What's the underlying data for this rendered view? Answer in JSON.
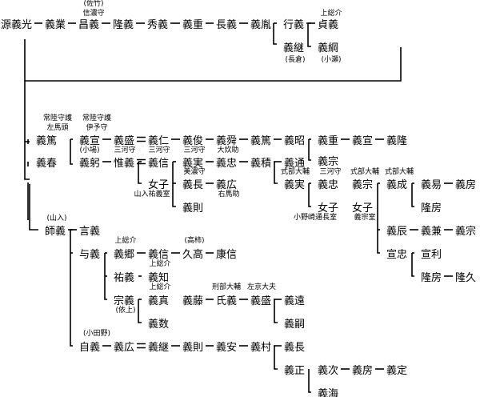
{
  "nodes": [
    {
      "id": "minamoto-yoshimitsu",
      "label": "源義光"
    },
    {
      "id": "yoshinari",
      "label": "義業"
    },
    {
      "id": "masayoshi",
      "label": "昌義"
    },
    {
      "id": "takayoshi",
      "label": "隆義"
    },
    {
      "id": "hideyoshi",
      "label": "秀義"
    },
    {
      "id": "yoshishige-1",
      "label": "義重"
    },
    {
      "id": "nagayoshi",
      "label": "長義"
    },
    {
      "id": "yoshitane-top",
      "label": "義胤"
    },
    {
      "id": "yukiyoshi",
      "label": "行義"
    },
    {
      "id": "sadayoshi",
      "label": "貞義"
    },
    {
      "id": "yoshitsugu-top",
      "label": "義継"
    },
    {
      "id": "yoshitsuna",
      "label": "義綱"
    },
    {
      "id": "yoshiatsu",
      "label": "義篤"
    },
    {
      "id": "yoshinobu-1",
      "label": "義宣"
    },
    {
      "id": "yoshimori",
      "label": "義盛"
    },
    {
      "id": "yoshihito",
      "label": "義仁"
    },
    {
      "id": "yoshitoshi",
      "label": "義俊"
    },
    {
      "id": "yoshikiyo",
      "label": "義舜"
    },
    {
      "id": "yoshiatsu-2",
      "label": "義篤"
    },
    {
      "id": "yoshiaki",
      "label": "義昭"
    },
    {
      "id": "yoshishige-2",
      "label": "義重"
    },
    {
      "id": "yoshinobu-2",
      "label": "義宣"
    },
    {
      "id": "yoshitaka",
      "label": "義隆"
    },
    {
      "id": "yoshimune-a",
      "label": "義宗"
    },
    {
      "id": "yoshiharu",
      "label": "義春"
    },
    {
      "id": "yoshiyuki",
      "label": "義躬"
    },
    {
      "id": "koreyoshi",
      "label": "惟義"
    },
    {
      "id": "yoshinobu-3",
      "label": "義信"
    },
    {
      "id": "yoshizane",
      "label": "義実"
    },
    {
      "id": "yoshitada-1",
      "label": "義忠"
    },
    {
      "id": "yoshizumi",
      "label": "義積"
    },
    {
      "id": "yoshimichi",
      "label": "義通"
    },
    {
      "id": "daughter-1",
      "label": "女子"
    },
    {
      "id": "yoshinaga",
      "label": "義長"
    },
    {
      "id": "yoshihiro",
      "label": "義広"
    },
    {
      "id": "yoshinori-1",
      "label": "義則"
    },
    {
      "id": "yoshizane-2",
      "label": "義実"
    },
    {
      "id": "yoshitada-2",
      "label": "義忠"
    },
    {
      "id": "yoshimune-b",
      "label": "義宗"
    },
    {
      "id": "yoshinari-2",
      "label": "義成"
    },
    {
      "id": "yoshiyasu",
      "label": "義易"
    },
    {
      "id": "yoshifusa-1",
      "label": "義房"
    },
    {
      "id": "takafusa-1",
      "label": "隆房"
    },
    {
      "id": "daughter-2",
      "label": "女子"
    },
    {
      "id": "daughter-3",
      "label": "女子"
    },
    {
      "id": "yoshitoki",
      "label": "義辰"
    },
    {
      "id": "yoshikane",
      "label": "義兼"
    },
    {
      "id": "yoshimune-c",
      "label": "義宗"
    },
    {
      "id": "nobutada",
      "label": "宣忠"
    },
    {
      "id": "nobutoshi",
      "label": "宣利"
    },
    {
      "id": "takafusa-2",
      "label": "隆房"
    },
    {
      "id": "takahisa",
      "label": "隆久"
    },
    {
      "id": "moroyoshi",
      "label": "師義"
    },
    {
      "id": "kotoyoshi",
      "label": "言義"
    },
    {
      "id": "yoyoshi",
      "label": "与義"
    },
    {
      "id": "yoshisato",
      "label": "義郷"
    },
    {
      "id": "yoshinobu-4",
      "label": "義信"
    },
    {
      "id": "hisataka",
      "label": "久高"
    },
    {
      "id": "yasunobu",
      "label": "康信"
    },
    {
      "id": "sukeyoshi",
      "label": "祐義"
    },
    {
      "id": "yoshitomo",
      "label": "義知"
    },
    {
      "id": "muneyoshi",
      "label": "宗義"
    },
    {
      "id": "yoshizane-3",
      "label": "義真"
    },
    {
      "id": "yoshifuji",
      "label": "義藤"
    },
    {
      "id": "ujiyoshi",
      "label": "氏義"
    },
    {
      "id": "yoshimori-2",
      "label": "義盛"
    },
    {
      "id": "yoshito",
      "label": "義遠"
    },
    {
      "id": "yoshitsugu-2",
      "label": "義嗣"
    },
    {
      "id": "yoshikazu",
      "label": "義数"
    },
    {
      "id": "jiyoshi",
      "label": "自義"
    },
    {
      "id": "yoshihiro-2",
      "label": "義広"
    },
    {
      "id": "yoshitsugu-3",
      "label": "義継"
    },
    {
      "id": "yoshinori-2",
      "label": "義則"
    },
    {
      "id": "yoshiyasu-2",
      "label": "義安"
    },
    {
      "id": "yoshimura",
      "label": "義村"
    },
    {
      "id": "yoshinaga-2",
      "label": "義長"
    },
    {
      "id": "yoshimasa",
      "label": "義正"
    },
    {
      "id": "yoshitsugu-4",
      "label": "義次"
    },
    {
      "id": "yoshifusa-2",
      "label": "義房"
    },
    {
      "id": "yoshisada",
      "label": "義定"
    },
    {
      "id": "yoshimi",
      "label": "義海"
    }
  ],
  "notes": [
    {
      "id": "masayoshi-note-1",
      "text": "(佐竹)"
    },
    {
      "id": "masayoshi-note-2",
      "text": "信濃守"
    },
    {
      "id": "sadayoshi-note",
      "text": "上総介"
    },
    {
      "id": "yoshitsugu-note",
      "text": "(長倉)"
    },
    {
      "id": "yoshitsuna-note",
      "text": "(小瀬)"
    },
    {
      "id": "yoshiatsu-note-1",
      "text": "常陸守護"
    },
    {
      "id": "yoshiatsu-note-2",
      "text": "左馬頭"
    },
    {
      "id": "yoshinobu-note-1",
      "text": "常陸守護"
    },
    {
      "id": "yoshinobu-note-2",
      "text": "伊予守"
    },
    {
      "id": "yoshiyuki-note",
      "text": "(小場)"
    },
    {
      "id": "koreyoshi-note",
      "text": "三河守"
    },
    {
      "id": "yoshinobu3-note",
      "text": "三河守"
    },
    {
      "id": "yoshizane-note",
      "text": "三河守"
    },
    {
      "id": "yoshitada-note",
      "text": "大炊助"
    },
    {
      "id": "yoshinaga-note",
      "text": "美濃守"
    },
    {
      "id": "daughter1-note",
      "text": "山入祐義室"
    },
    {
      "id": "yoshihiro-note",
      "text": "右馬助"
    },
    {
      "id": "yoshizane2-note",
      "text": "式部大輔"
    },
    {
      "id": "yoshitada2-note",
      "text": "三河守"
    },
    {
      "id": "yoshimuneb-note",
      "text": "式部大輔"
    },
    {
      "id": "yoshinari2-note",
      "text": "式部大輔"
    },
    {
      "id": "daughter2-note",
      "text": "小野崎通長室"
    },
    {
      "id": "daughter3-note",
      "text": "義宗室"
    },
    {
      "id": "moroyoshi-note",
      "text": "(山入)"
    },
    {
      "id": "yoshisato-note",
      "text": "上総介"
    },
    {
      "id": "hisataka-note",
      "text": "(高柿)"
    },
    {
      "id": "yoshitomo-note",
      "text": "上総介"
    },
    {
      "id": "yoshizane3-note",
      "text": "上総介"
    },
    {
      "id": "muneyoshi-note",
      "text": "(依上)"
    },
    {
      "id": "ujiyoshi-note",
      "text": "刑部大輔"
    },
    {
      "id": "yoshimori2-note",
      "text": "左京大夫"
    },
    {
      "id": "jiyoshi-note",
      "text": "(小田野)"
    }
  ]
}
